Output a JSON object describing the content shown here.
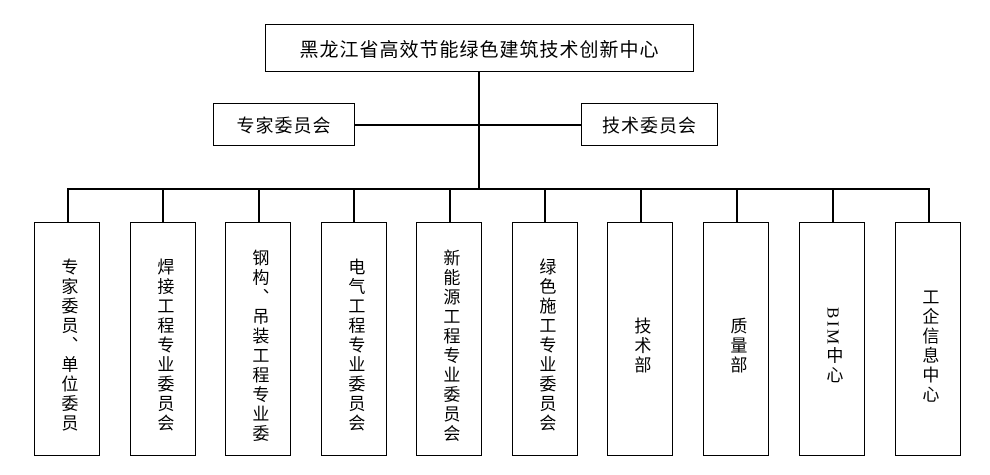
{
  "chart": {
    "type": "org-chart",
    "root": {
      "label": "黑龙江省高效节能绿色建筑技术创新中心"
    },
    "committees": [
      {
        "label": "专家委员会",
        "position": "left"
      },
      {
        "label": "技术委员会",
        "position": "right"
      }
    ],
    "departments": [
      {
        "label": "专家委员、单位委员",
        "sideways_latin": false
      },
      {
        "label": "焊接工程专业委员会",
        "sideways_latin": false
      },
      {
        "label": "钢构、吊装工程专业委",
        "sideways_latin": false
      },
      {
        "label": "电气工程专业委员会",
        "sideways_latin": false
      },
      {
        "label": "新能源工程专业委员会",
        "sideways_latin": false
      },
      {
        "label": "绿色施工专业委员会",
        "sideways_latin": false
      },
      {
        "label": "技术部",
        "sideways_latin": false
      },
      {
        "label": "质量部",
        "sideways_latin": false
      },
      {
        "label": "BIM中心",
        "sideways_latin": true
      },
      {
        "label": "工企信息中心",
        "sideways_latin": false
      }
    ]
  },
  "style": {
    "line_color": "#000000",
    "background": "#ffffff",
    "text_color": "#000000"
  }
}
